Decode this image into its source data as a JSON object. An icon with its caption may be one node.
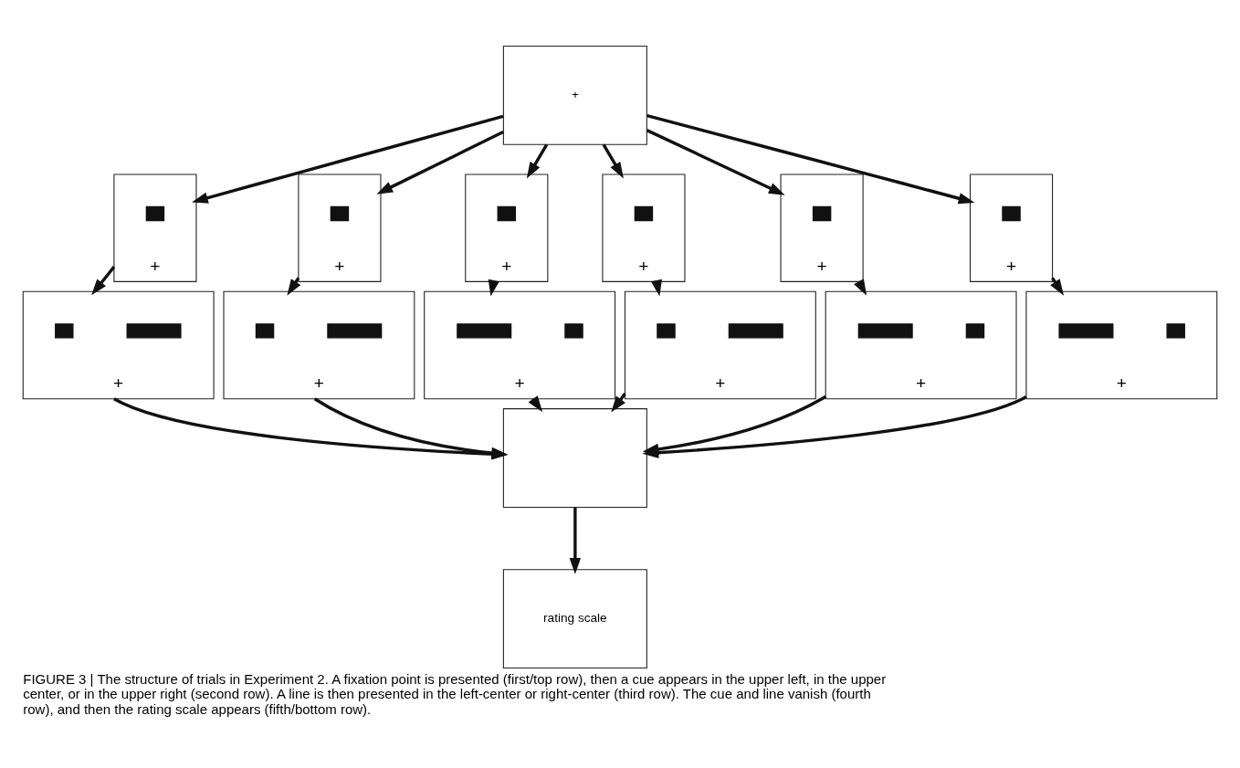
{
  "diagram": {
    "caption": "FIGURE 3 | The structure of trials in Experiment 2. A fixation point is presented (first/top row), then a cue appears in the upper left, in the upper center, or in the upper right (second row). A line is then presented in the left-center or right-center (third row). The cue and line vanish (fourth row), and then the rating scale appears (fifth/bottom row).",
    "nodes": [
      {
        "text": [
          "+"
        ]
      },
      {
        "text": [
          "+"
        ]
      },
      {
        "text": [],
        "shape": "box",
        "in": 1
      },
      {
        "text": [
          "+"
        ]
      },
      {
        "text": [],
        "shape": "box",
        "in": 3
      },
      {
        "text": [
          "+"
        ]
      },
      {
        "text": [],
        "shape": "box",
        "in": 5
      },
      {
        "text": [
          "+"
        ]
      },
      {
        "text": [],
        "shape": "box",
        "in": 7
      },
      {
        "text": [
          "+"
        ]
      },
      {
        "text": [],
        "shape": "box",
        "in": 9
      },
      {
        "text": [
          "+"
        ]
      },
      {
        "text": [],
        "shape": "box",
        "in": 11
      },
      {
        "text": [
          "+"
        ]
      },
      {
        "text": [],
        "shape": "box",
        "in": 13
      },
      {
        "text": [],
        "shape": "bar",
        "in": 13
      },
      {
        "text": [
          "+"
        ]
      },
      {
        "text": [],
        "shape": "box",
        "in": 16
      },
      {
        "text": [],
        "shape": "bar",
        "in": 16
      },
      {
        "text": [
          "+"
        ]
      },
      {
        "text": [],
        "shape": "bar",
        "in": 19
      },
      {
        "text": [],
        "shape": "box",
        "in": 19
      },
      {
        "text": [
          "+"
        ]
      },
      {
        "text": [],
        "shape": "box",
        "in": 22
      },
      {
        "text": [],
        "shape": "bar",
        "in": 22
      },
      {
        "text": [
          "+"
        ]
      },
      {
        "text": [],
        "shape": "bar",
        "in": 25
      },
      {
        "text": [],
        "shape": "box",
        "in": 25
      },
      {
        "text": [
          "+"
        ]
      },
      {
        "text": [],
        "shape": "bar",
        "in": 28
      },
      {
        "text": [],
        "shape": "box",
        "in": 28
      },
      {
        "text": [],
        "shape": "box"
      },
      {
        "text": [
          "rating scale"
        ]
      }
    ],
    "edges": [
      {
        "from": 0,
        "to": 1,
        "arrow": "to"
      },
      {
        "from": 0,
        "to": 3,
        "arrow": "to"
      },
      {
        "from": 0,
        "to": 5,
        "arrow": "to"
      },
      {
        "from": 0,
        "to": 7,
        "arrow": "to"
      },
      {
        "from": 0,
        "to": 9,
        "arrow": "to"
      },
      {
        "from": 0,
        "to": 11,
        "arrow": "to"
      },
      {
        "from": 1,
        "to": 13,
        "arrow": "to"
      },
      {
        "from": 3,
        "to": 16,
        "arrow": "to"
      },
      {
        "from": 5,
        "to": 19,
        "arrow": "to"
      },
      {
        "from": 7,
        "to": 22,
        "arrow": "to"
      },
      {
        "from": 9,
        "to": 25,
        "arrow": "to"
      },
      {
        "from": 11,
        "to": 28,
        "arrow": "to"
      },
      {
        "from": 13,
        "to": 31,
        "arrow": "to"
      },
      {
        "from": 16,
        "to": 31,
        "arrow": "to"
      },
      {
        "from": 19,
        "to": 31,
        "arrow": "to"
      },
      {
        "from": 22,
        "to": 31,
        "arrow": "to"
      },
      {
        "from": 25,
        "to": 31,
        "arrow": "to"
      },
      {
        "from": 28,
        "to": 31,
        "arrow": "to"
      },
      {
        "from": 31,
        "to": 32,
        "arrow": "to"
      }
    ]
  }
}
